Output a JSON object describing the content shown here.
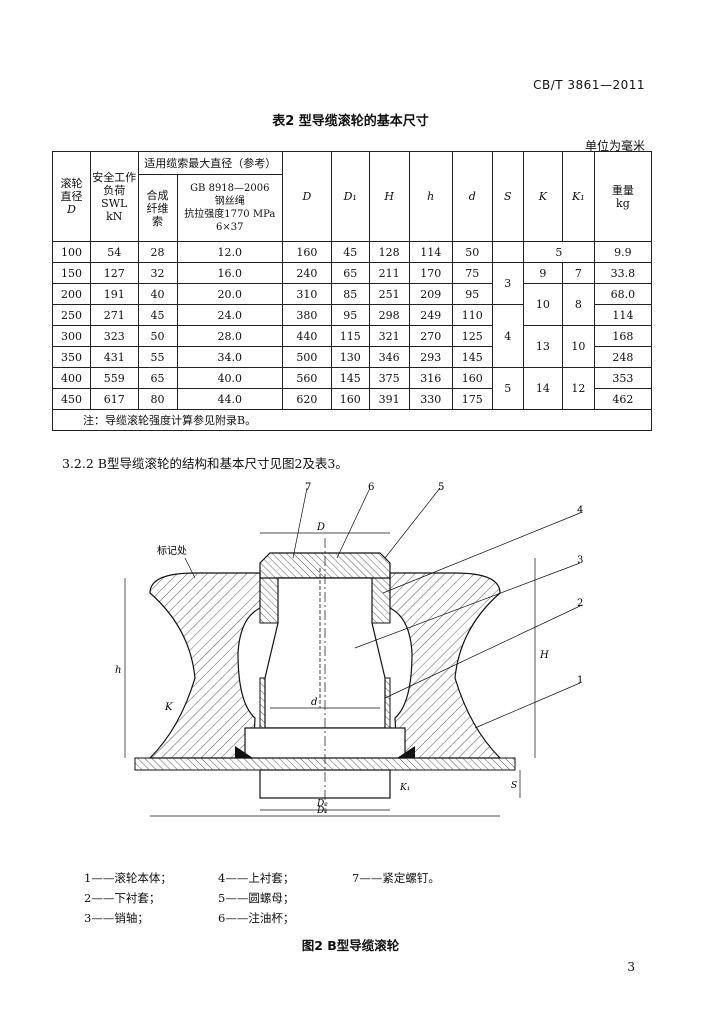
{
  "header": {
    "code": "CB/T 3861—2011"
  },
  "table": {
    "title": "表2  型导缆滚轮的基本尺寸",
    "unit": "单位为毫米",
    "headers": {
      "diameter": [
        "滚轮",
        "直径",
        "D"
      ],
      "swl": [
        "安全工作",
        "负荷",
        "SWL",
        "kN"
      ],
      "rope_group": "适用缆索最大直径（参考）",
      "synthetic": [
        "合成",
        "纤维",
        "索"
      ],
      "steel": [
        "GB 8918—2006",
        "钢丝绳",
        "抗拉强度1770 MPa",
        "6×37"
      ],
      "D": "D",
      "D1": "D₁",
      "H": "H",
      "h": "h",
      "d": "d",
      "S": "S",
      "K": "K",
      "K1": "K₁",
      "weight": [
        "重量",
        "kg"
      ]
    },
    "rows": [
      {
        "dia": "100",
        "swl": "54",
        "syn": "28",
        "steel": "12.0",
        "D": "160",
        "D1": "45",
        "H": "128",
        "h": "114",
        "d": "50",
        "w": "9.9"
      },
      {
        "dia": "150",
        "swl": "127",
        "syn": "32",
        "steel": "16.0",
        "D": "240",
        "D1": "65",
        "H": "211",
        "h": "170",
        "d": "75",
        "w": "33.8"
      },
      {
        "dia": "200",
        "swl": "191",
        "syn": "40",
        "steel": "20.0",
        "D": "310",
        "D1": "85",
        "H": "251",
        "h": "209",
        "d": "95",
        "w": "68.0"
      },
      {
        "dia": "250",
        "swl": "271",
        "syn": "45",
        "steel": "24.0",
        "D": "380",
        "D1": "95",
        "H": "298",
        "h": "249",
        "d": "110",
        "w": "114"
      },
      {
        "dia": "300",
        "swl": "323",
        "syn": "50",
        "steel": "28.0",
        "D": "440",
        "D1": "115",
        "H": "321",
        "h": "270",
        "d": "125",
        "w": "168"
      },
      {
        "dia": "350",
        "swl": "431",
        "syn": "55",
        "steel": "34.0",
        "D": "500",
        "D1": "130",
        "H": "346",
        "h": "293",
        "d": "145",
        "w": "248"
      },
      {
        "dia": "400",
        "swl": "559",
        "syn": "65",
        "steel": "40.0",
        "D": "560",
        "D1": "145",
        "H": "375",
        "h": "316",
        "d": "160",
        "w": "353"
      },
      {
        "dia": "450",
        "swl": "617",
        "syn": "80",
        "steel": "44.0",
        "D": "620",
        "D1": "160",
        "H": "391",
        "h": "330",
        "d": "175",
        "w": "462"
      }
    ],
    "merged": {
      "S": [
        "3",
        "4",
        "5"
      ],
      "K_K1_100": "5",
      "K_150": "9",
      "K1_150": "7",
      "K_200": "10",
      "K1_200": "8",
      "K_300": "13",
      "K1_300": "10",
      "K_400": "14",
      "K1_400": "12"
    },
    "note": "注：导缆滚轮强度计算参见附录B。"
  },
  "paragraph": "3.2.2  B型导缆滚轮的结构和基本尺寸见图2及表3。",
  "figure": {
    "callouts": [
      "7",
      "6",
      "5",
      "4",
      "3",
      "2",
      "1"
    ],
    "labels": {
      "mark": "标记处",
      "D": "D",
      "d": "d",
      "D2": "D₂",
      "D1": "D₁",
      "H": "H",
      "h": "h",
      "K": "K",
      "K1": "K₁",
      "S": "S"
    },
    "legend": [
      "1——滚轮本体；",
      "4——上衬套；",
      "7——紧定螺钉。",
      "2——下衬套；",
      "5——圆螺母；",
      "3——销轴；",
      "6——注油杯；"
    ],
    "title": "图2  B型导缆滚轮"
  },
  "page_number": "3"
}
